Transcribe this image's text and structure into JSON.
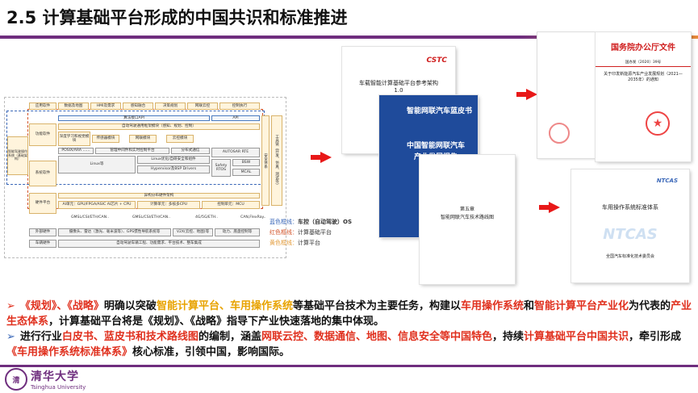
{
  "title": "2.5 计算基础平台形成的中国共识和标准推进",
  "arch": {
    "app_top": [
      "应用软件",
      "数据及地图",
      "HMI及需求",
      "感知融合",
      "决策规划",
      "网联云控",
      "控制执行"
    ],
    "left_labels": [
      "功能软件",
      "智能驾驶操作系统（基础架构）",
      "系统软件",
      "硬件平台"
    ],
    "side_labels": [
      "安全体系",
      "工具链（开发、仿真、测试等）"
    ],
    "blocks": {
      "api_top": "算法接口API",
      "api": "API",
      "func_frame": "自动驾驶通用框架模块（感知、规划、控制）",
      "deep_learn": "深度学习和视觉模块",
      "sensor": "传感器模块",
      "net": "网联模块",
      "cloud": "云控模块",
      "posix": "POSIX/ARA ……",
      "mgmt": "管理中间件和实时控制平台",
      "dist": "分布式通信",
      "linux": "Linux等",
      "linux_opt": "Linux优化/自研安全和组件",
      "hypervisor": "Hypervisor及BSP Drivers",
      "autosar": "AUTOSAR RTE",
      "safety": "Safety RTOS",
      "bsw": "BSW",
      "mcal": "MCAL",
      "hw_abstract": "异构分布硬件架构",
      "ai_unit": "AI单元：GPU/FPGA/ASIC AI芯片 + CPU",
      "compute_unit": "计算单元：多核多CPU",
      "ctrl_unit": "控制单元：MCU",
      "io1": "GMSL/CSI/ETH/CAN..",
      "io2": "GMSL/CSI/ETH/CAN..",
      "io3": "4G/5G/ETH..",
      "io4": "CAN,FlexRay..",
      "ext_hw": "外部硬件",
      "ext_items": "摄像头、雷达（激光、毫米波等）、GPS惯性导航系统等",
      "v2x": "V2X(云控、地图)等",
      "power": "动力、底盘控制等",
      "vehicle": "车辆硬件",
      "vehicle_items": "自动驾驶车辆工程、功能需求、平台技术、整车集成"
    }
  },
  "legend": [
    {
      "label": "蓝色框线：",
      "value": "车控（自动驾驶）OS",
      "color": "#3a67b8"
    },
    {
      "label": "红色框线：",
      "value": "计算基础平台",
      "color": "#d3542a"
    },
    {
      "label": "黄色框线：",
      "value": "计算平台",
      "color": "#e39b3a"
    }
  ],
  "docs": {
    "ref_arch_logo": "CSTC",
    "ref_arch_title": "车载智能计算基础平台参考架构 1.0",
    "bluebook_title": "智能网联汽车蓝皮书",
    "bluebook_sub": "中国智能网联汽车产业发展报告",
    "roadmap_chapter": "第五章",
    "roadmap_title": "智能网联汽车技术路线图",
    "gov_header": "国务院办公厅文件",
    "gov_line": "国办发〔2020〕39号",
    "gov_notice": "关于印发新能源汽车产业发展规划（2021—2035年）的通知",
    "ntcas_logo": "NTCAS",
    "ntcas_title": "车用操作系统标准体系",
    "ntcas_org": "全国汽车标准化技术委员会"
  },
  "bullets": [
    [
      {
        "t": "《规划》、《战略》",
        "c": "r"
      },
      {
        "t": "明确以突破",
        "c": ""
      },
      {
        "t": "智能计算平台、车用操作系统",
        "c": "o"
      },
      {
        "t": "等基础平台技术为主要任务，构建以",
        "c": ""
      },
      {
        "t": "车用操作系统",
        "c": "r"
      },
      {
        "t": "和",
        "c": ""
      },
      {
        "t": "智能计算平台产业化",
        "c": "r"
      },
      {
        "t": "为代表的",
        "c": ""
      },
      {
        "t": "产业生态体系",
        "c": "r"
      },
      {
        "t": "，计算基础平台将是《规划》、《战略》指导下产业快速落地的集中体现。",
        "c": ""
      }
    ],
    [
      {
        "t": "进行行业",
        "c": ""
      },
      {
        "t": "白皮书、蓝皮书和技术路线图",
        "c": "r"
      },
      {
        "t": "的编制，涵盖",
        "c": ""
      },
      {
        "t": "网联云控、数据通信、地图、信息安全等中国特色",
        "c": "r"
      },
      {
        "t": "，持续",
        "c": ""
      },
      {
        "t": "计算基础平台中国共识",
        "c": "r"
      },
      {
        "t": "，牵引形成",
        "c": ""
      },
      {
        "t": "《车用操作系统标准体系》",
        "c": "r"
      },
      {
        "t": "核心标准，引领中国，影响国际。",
        "c": ""
      }
    ]
  ],
  "logo": {
    "cn": "清华大学",
    "en": "Tsinghua University"
  }
}
